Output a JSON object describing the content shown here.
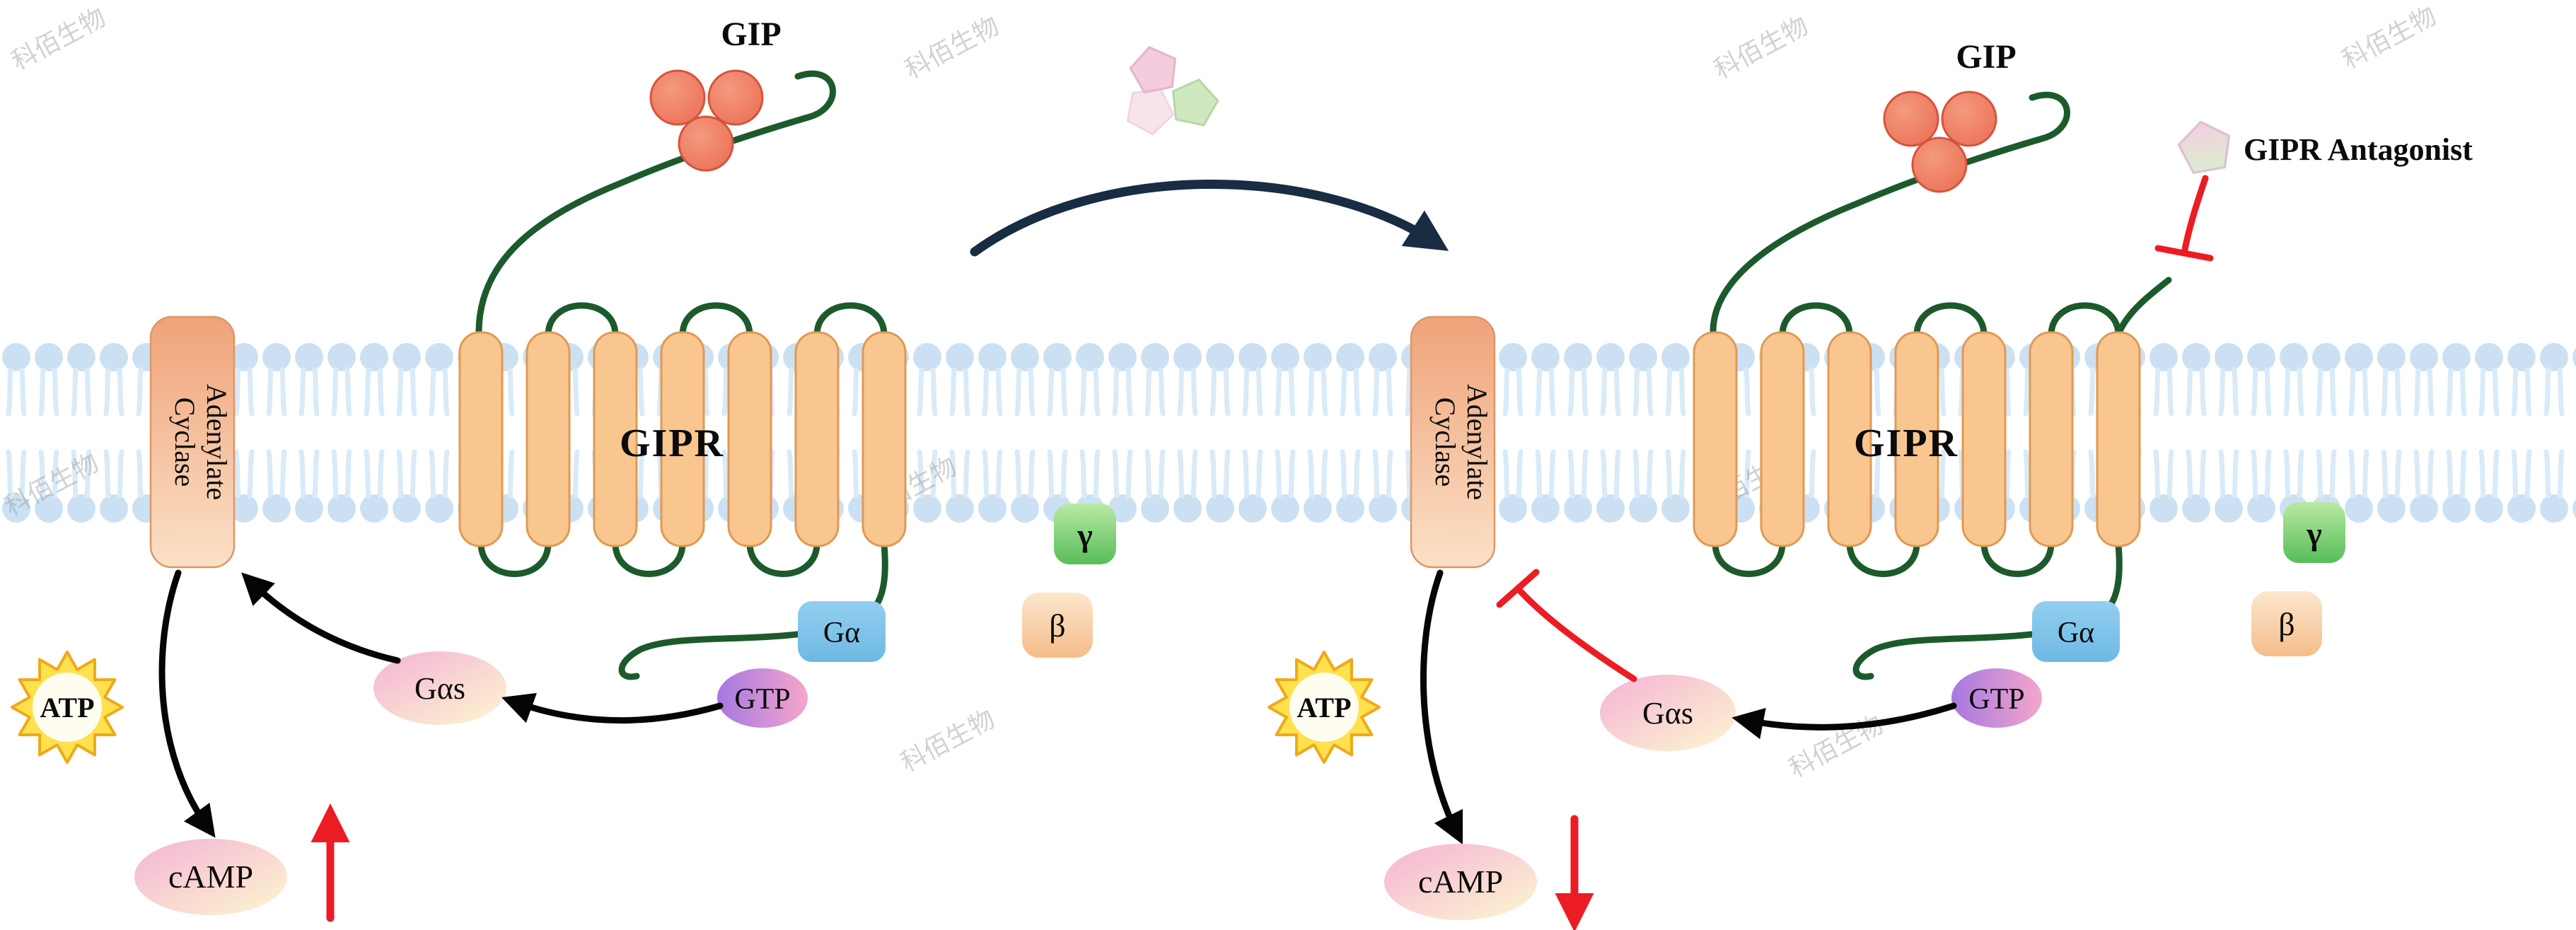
{
  "watermark": {
    "text": "科佰生物"
  },
  "panels": {
    "active": {
      "gip": "GIP",
      "receptor": "GIPR",
      "enzyme_line1": "Adenylate",
      "enzyme_line2": "Cyclase",
      "atp": "ATP",
      "camp": "cAMP",
      "g_alpha_s": "Gαs",
      "gtp": "GTP",
      "g_alpha": "Gα",
      "gamma": "γ",
      "beta": "β"
    },
    "inhibited": {
      "gip": "GIP",
      "receptor": "GIPR",
      "antagonist": "GIPR Antagonist",
      "enzyme_line1": "Adenylate",
      "enzyme_line2": "Cyclase",
      "atp": "ATP",
      "camp": "cAMP",
      "g_alpha_s": "Gαs",
      "gtp": "GTP",
      "g_alpha": "Gα",
      "gamma": "γ",
      "beta": "β"
    }
  },
  "colors": {
    "membrane_lipid": "#cbe1f3",
    "helix_fill": "#f9c68f",
    "helix_stroke": "#df9a55",
    "receptor_loop_green": "#1c5a2c",
    "gip_ligand_red": "#ec7258",
    "inhibition_red": "#ec1c24",
    "transition_arrow_navy": "#182c42",
    "atp_text_green": "#0f9f1f",
    "g_alpha_blue": "#7cc5ea",
    "gtp_purple": "#a678e2",
    "gamma_green": "#7ccb6a",
    "beta_peach": "#f6c99a",
    "gas_pink": "#f4b3d6",
    "antagonist_pink": "#f0cede",
    "antagonist_green": "#cfe8c0"
  }
}
